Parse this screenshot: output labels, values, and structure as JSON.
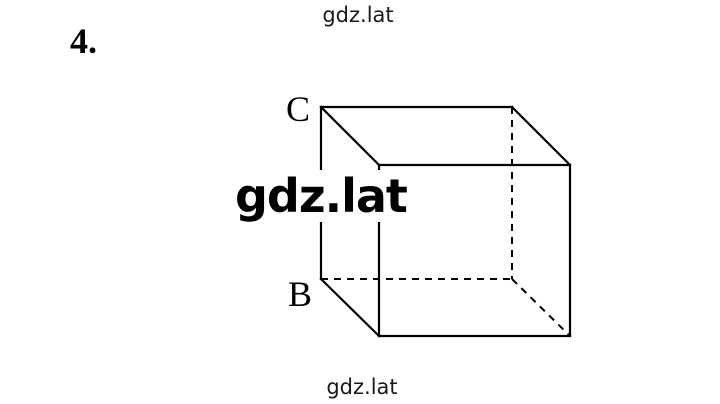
{
  "watermark": {
    "top": "gdz.lat",
    "center": "gdz.lat",
    "bottom": "gdz.lat"
  },
  "problem": {
    "number": "4."
  },
  "cube": {
    "labels": {
      "c": "C",
      "b": "B"
    }
  },
  "colors": {
    "line": "#000000",
    "background": "#ffffff"
  }
}
